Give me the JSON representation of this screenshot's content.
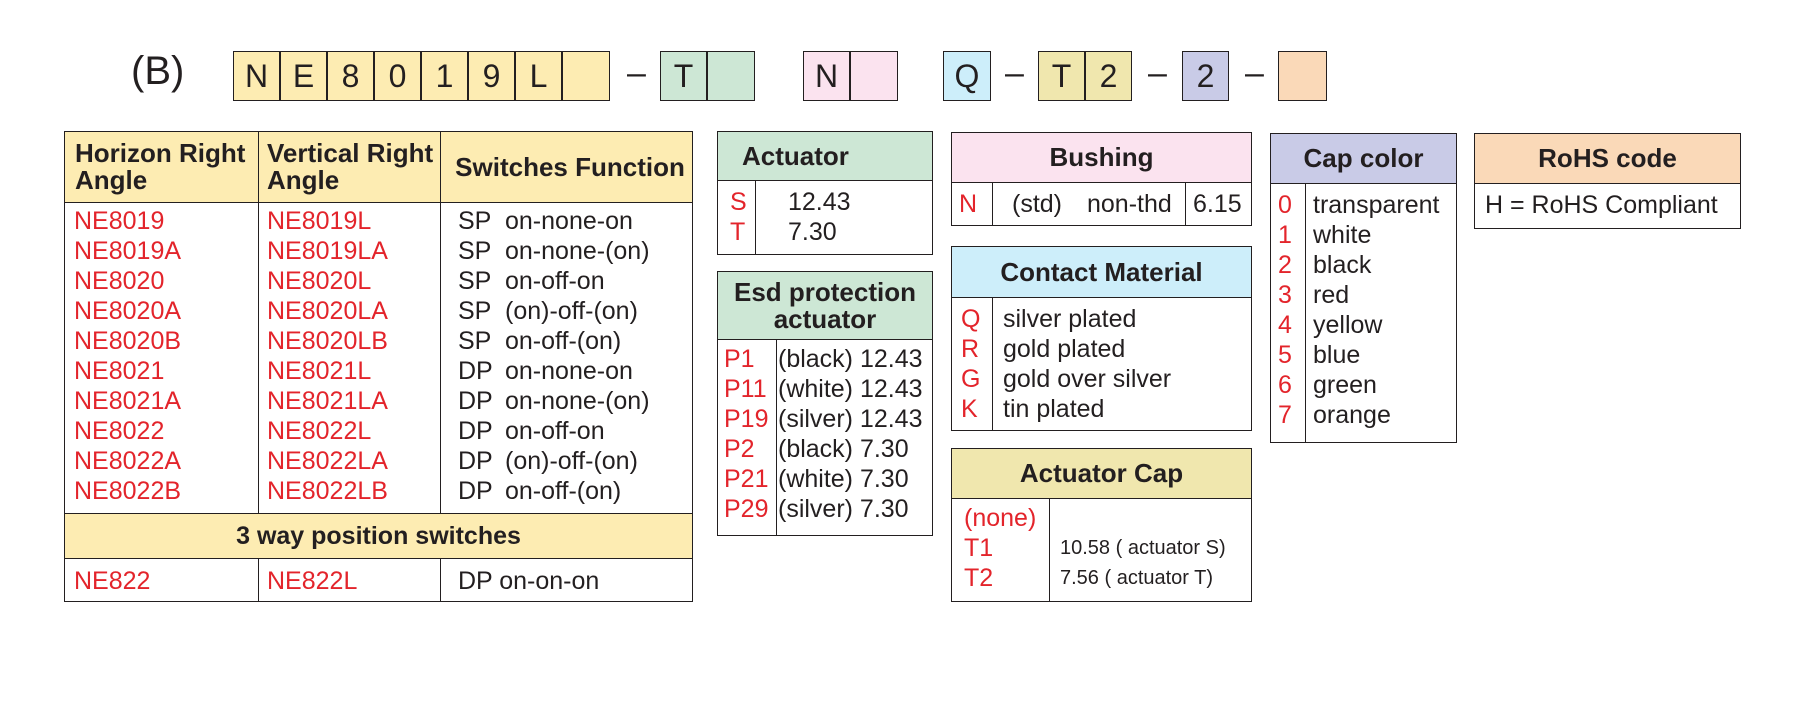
{
  "label": "(B)",
  "part_code": [
    "N",
    "E",
    "8",
    "0",
    "1",
    "9",
    "L",
    "",
    "T",
    "",
    "N",
    "",
    "Q",
    "T",
    "2",
    "2",
    ""
  ],
  "dash": "–",
  "colors": {
    "yellow": "#fdecb2",
    "green": "#cde7d5",
    "pink": "#fbe3ef",
    "blue": "#cdeefa",
    "khaki": "#f0e7ae",
    "lilac": "#c9cbe7",
    "peach": "#fad9b8",
    "text_red": "#e3242b"
  },
  "model_table": {
    "headers": [
      "Horizon Right Angle",
      "Vertical Right Angle",
      "Switches Function"
    ],
    "horizon": [
      "NE8019",
      "NE8019A",
      "NE8020",
      "NE8020A",
      "NE8020B",
      "NE8021",
      "NE8021A",
      "NE8022",
      "NE8022A",
      "NE8022B"
    ],
    "vertical": [
      "NE8019L",
      "NE8019LA",
      "NE8020L",
      "NE8020LA",
      "NE8020LB",
      "NE8021L",
      "NE8021LA",
      "NE8022L",
      "NE8022LA",
      "NE8022LB"
    ],
    "func_pole": [
      "SP",
      "SP",
      "SP",
      "SP",
      "SP",
      "DP",
      "DP",
      "DP",
      "DP",
      "DP"
    ],
    "func_desc": [
      "on-none-on",
      "on-none-(on)",
      "on-off-on",
      "(on)-off-(on)",
      "on-off-(on)",
      "on-none-on",
      "on-none-(on)",
      "on-off-on",
      "(on)-off-(on)",
      "on-off-(on)"
    ],
    "section3": "3 way position switches",
    "row3": {
      "horizon": "NE822",
      "vertical": "NE822L",
      "function": "DP on-on-on"
    }
  },
  "actuator": {
    "title": "Actuator",
    "codes": [
      "S",
      "T"
    ],
    "values": [
      "12.43",
      "7.30"
    ]
  },
  "esd": {
    "title": "Esd protection actuator",
    "codes": [
      "P1",
      "P11",
      "P19",
      "P2",
      "P21",
      "P29"
    ],
    "desc": [
      "(black) 12.43",
      "(white) 12.43",
      "(silver) 12.43",
      "(black) 7.30",
      "(white) 7.30",
      "(silver) 7.30"
    ]
  },
  "bushing": {
    "title": "Bushing",
    "code": "N",
    "std": "(std)",
    "type": "non-thd",
    "value": "6.15"
  },
  "contact": {
    "title": "Contact Material",
    "codes": [
      "Q",
      "R",
      "G",
      "K"
    ],
    "values": [
      "silver plated",
      "gold plated",
      "gold over silver",
      "tin plated"
    ]
  },
  "actuator_cap": {
    "title": "Actuator Cap",
    "codes": [
      "(none)",
      "T1",
      "T2"
    ],
    "values": [
      "10.58 ( actuator S)",
      "7.56 ( actuator T)"
    ]
  },
  "cap_color": {
    "title": "Cap color",
    "codes": [
      "0",
      "1",
      "2",
      "3",
      "4",
      "5",
      "6",
      "7"
    ],
    "values": [
      "transparent",
      "white",
      "black",
      "red",
      "yellow",
      "blue",
      "green",
      "orange"
    ]
  },
  "rohs": {
    "title": "RoHS code",
    "value": "H = RoHS Compliant"
  }
}
